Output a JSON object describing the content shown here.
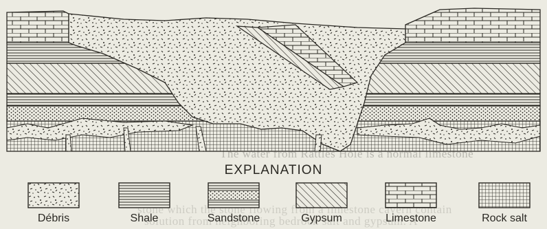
{
  "figure": {
    "explanation_title": "EXPLANATION",
    "legend": [
      {
        "key": "debris",
        "label": "Débris"
      },
      {
        "key": "shale",
        "label": "Shale"
      },
      {
        "key": "sandstone",
        "label": "Sandstone"
      },
      {
        "key": "gypsum",
        "label": "Gypsum"
      },
      {
        "key": "limestone",
        "label": "Limestone"
      },
      {
        "key": "rocksalt",
        "label": "Rock salt"
      }
    ]
  },
  "bleed_through": {
    "line1": "The water from Rattles Hole is a normal limestone",
    "line2": "stone which the stone flowing from a limestone cavern contain",
    "line3": "solution from neighboring bedrock salt and gypsum. A"
  },
  "colors": {
    "paper": "#ecebe2",
    "ink": "#2a2823",
    "bleed": "#b9b8b0"
  }
}
